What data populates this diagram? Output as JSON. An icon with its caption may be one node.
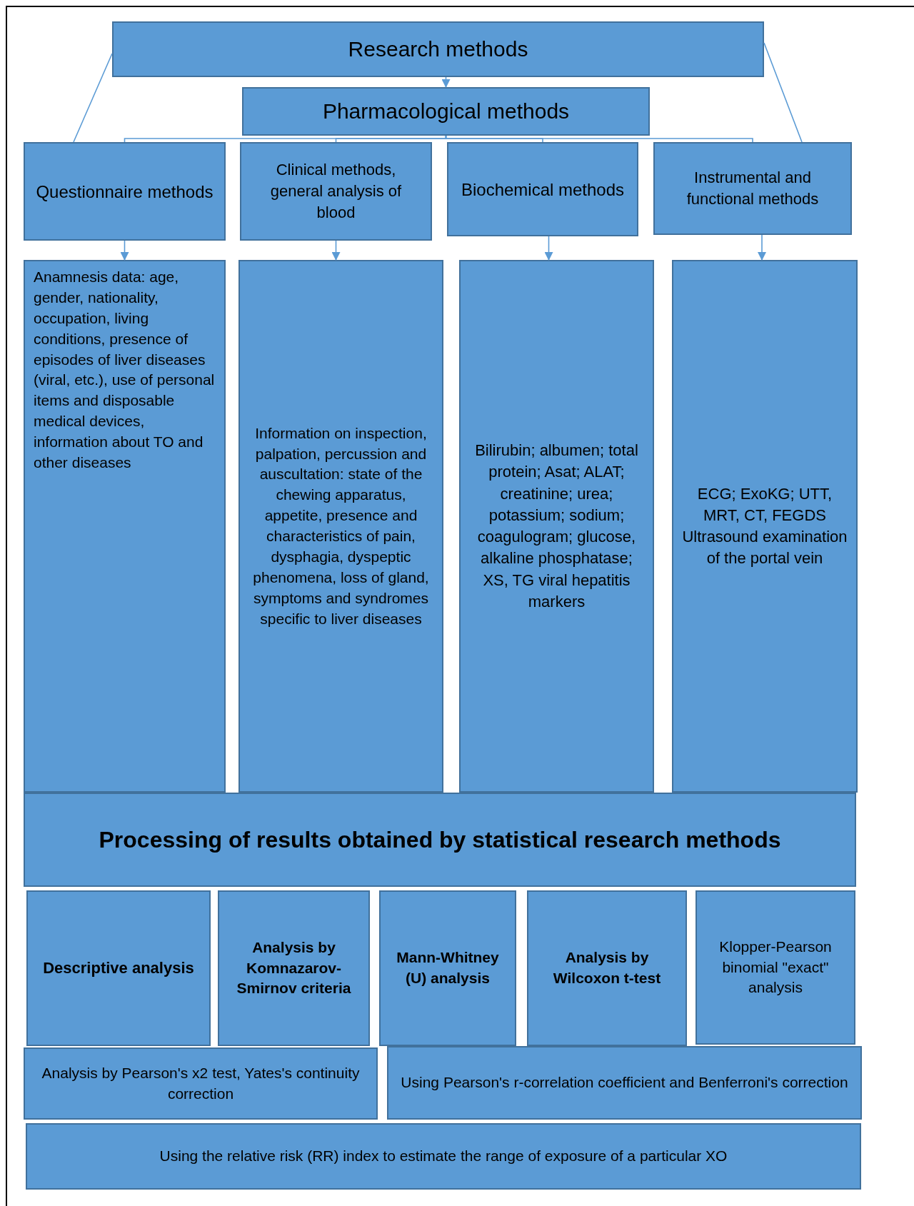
{
  "diagram": {
    "nodes": [
      {
        "text": [
          "Research methods"
        ]
      },
      {
        "text": [
          "Pharmacological methods"
        ]
      },
      {
        "text": [
          "Questionnaire methods"
        ]
      },
      {
        "text": [
          "Clinical methods, general analysis of blood"
        ]
      },
      {
        "text": [
          "Biochemical methods"
        ]
      },
      {
        "text": [
          "Instrumental and functional methods"
        ]
      },
      {
        "text": [
          "Anamnesis data: age, gender, nationality, occupation, living conditions, presence of episodes of liver diseases (viral, etc.), use of personal items and disposable medical devices, information about TO and other diseases"
        ]
      },
      {
        "text": [
          "Information on inspection, palpation, percussion and auscultation: state of the chewing apparatus, appetite, presence and characteristics of pain, dysphagia, dyspeptic phenomena, loss of gland, symptoms and syndromes specific to liver diseases"
        ]
      },
      {
        "text": [
          "Bilirubin; albumen; total protein; Asat; ALAT; creatinine; urea; potassium; sodium; coagulogram; glucose, alkaline phosphatase; XS, TG viral hepatitis markers"
        ]
      },
      {
        "text": [
          "ECG; ExoKG; UTT, MRT, CT, FEGDS Ultrasound examination of the portal vein"
        ]
      },
      {
        "text": [
          "Processing of results obtained by statistical research methods"
        ]
      },
      {
        "text": [
          "Descriptive analysis"
        ]
      },
      {
        "text": [
          "Analysis by Komnazarov-Smirnov criteria"
        ]
      },
      {
        "text": [
          "Mann-Whitney (U) analysis"
        ]
      },
      {
        "text": [
          "Analysis by Wilcoxon t-test"
        ]
      },
      {
        "text": [
          "Klopper-Pearson binomial \"exact\" analysis"
        ]
      },
      {
        "text": [
          "Analysis by Pearson's x2 test, Yates's continuity correction"
        ]
      },
      {
        "text": [
          "Using Pearson's r-correlation coefficient and Benferroni's correction"
        ]
      },
      {
        "text": [
          "Using the relative risk (RR) index to estimate the range of exposure of a particular XO"
        ]
      }
    ],
    "edges": [
      {
        "from": 0,
        "to": 1,
        "arrow": "to"
      },
      {
        "from": 0,
        "to": 2,
        "arrow": "none"
      },
      {
        "from": 0,
        "to": 5,
        "arrow": "none"
      },
      {
        "from": 1,
        "to": 2,
        "arrow": "none"
      },
      {
        "from": 1,
        "to": 3,
        "arrow": "none"
      },
      {
        "from": 1,
        "to": 4,
        "arrow": "none"
      },
      {
        "from": 1,
        "to": 5,
        "arrow": "none"
      },
      {
        "from": 2,
        "to": 6,
        "arrow": "to"
      },
      {
        "from": 3,
        "to": 7,
        "arrow": "to"
      },
      {
        "from": 4,
        "to": 8,
        "arrow": "to"
      },
      {
        "from": 5,
        "to": 9,
        "arrow": "to"
      }
    ]
  }
}
